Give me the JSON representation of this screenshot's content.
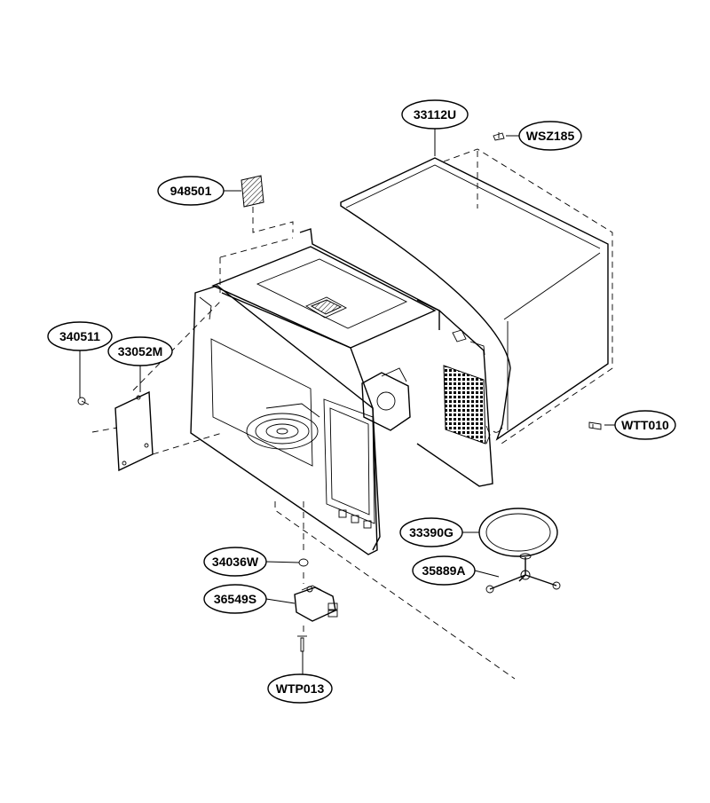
{
  "parts": {
    "p33112U": "33112U",
    "pWSZ185": "WSZ185",
    "p948501": "948501",
    "p340511": "340511",
    "p33052M": "33052M",
    "pWTT010": "WTT010",
    "p33390G": "33390G",
    "p35889A": "35889A",
    "p34036W": "34036W",
    "p36549S": "36549S",
    "pWTP013": "WTP013"
  }
}
